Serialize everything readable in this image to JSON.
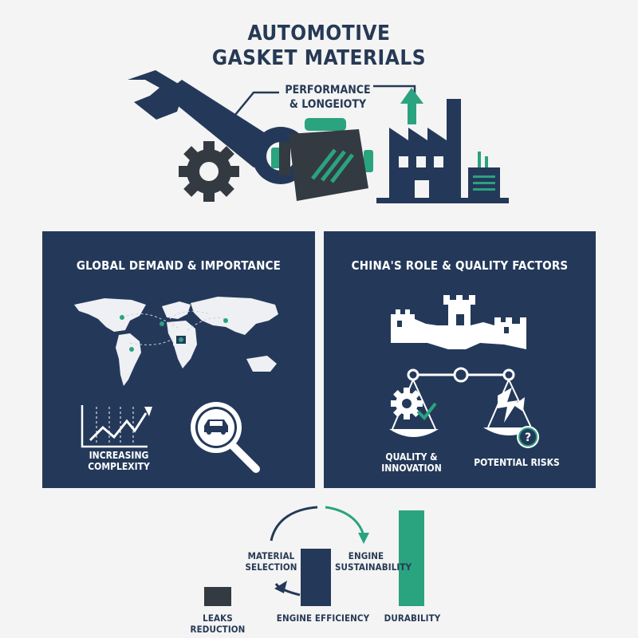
{
  "header": {
    "title_line1": "AUTOMOTIVE",
    "title_line2": "GASKET MATERIALS",
    "subtitle_line1": "PERFORMANCE",
    "subtitle_line2": "& LONGEIOTY"
  },
  "panels": {
    "left": {
      "title": "GLOBAL DEMAND & IMPORTANCE",
      "label_line1": "INCREASING",
      "label_line2": "COMPLEXITY"
    },
    "right": {
      "title": "CHINA'S ROLE & QUALITY FACTORS",
      "left_label_line1": "QUALITY &",
      "left_label_line2": "INNOVATION",
      "right_label": "POTENTIAL RISKS"
    }
  },
  "bottom": {
    "cycle_left_line1": "MATERIAL",
    "cycle_left_line2": "SELECTION",
    "cycle_right_line1": "ENGINE",
    "cycle_right_line2": "SUSTAINABILITY",
    "bars": [
      {
        "label": "LEAKS REDUCTION",
        "value": 1
      },
      {
        "label": "ENGINE EFFICIENCY",
        "value": 3
      },
      {
        "label": "DURABILITY",
        "value": 5
      }
    ]
  },
  "colors": {
    "navy": "#24395a",
    "dark": "#343a42",
    "teal": "#2aa37f"
  }
}
